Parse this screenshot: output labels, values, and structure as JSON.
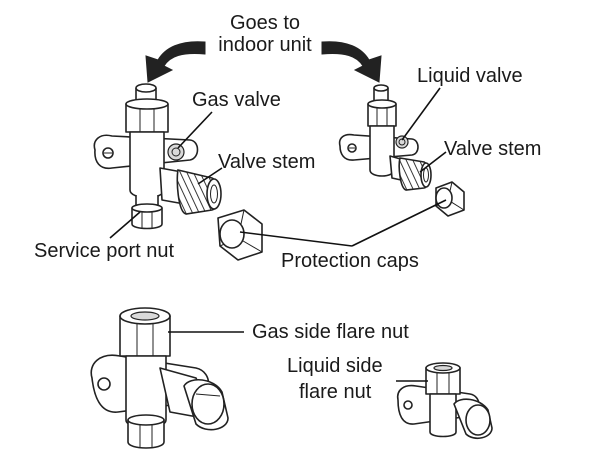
{
  "labels": {
    "goes_to_line1": "Goes to",
    "goes_to_line2": "indoor unit",
    "gas_valve": "Gas valve",
    "liquid_valve": "Liquid valve",
    "valve_stem_left": "Valve stem",
    "valve_stem_right": "Valve stem",
    "service_port_nut": "Service port nut",
    "protection_caps": "Protection caps",
    "gas_side_flare_nut": "Gas side flare nut",
    "liquid_side_line1": "Liquid side",
    "liquid_side_line2": "flare nut"
  }
}
